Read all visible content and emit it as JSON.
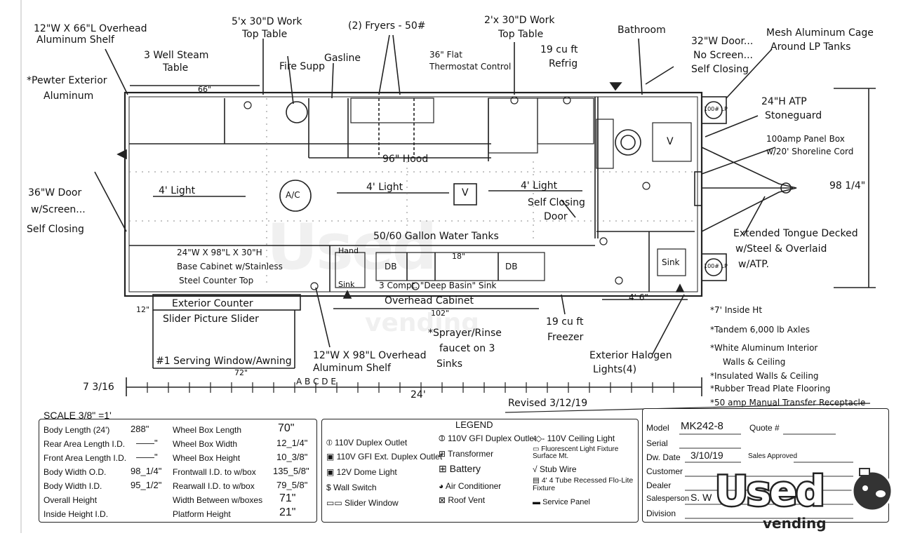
{
  "labels": {
    "overhead_shelf_top": "12\"W X 66\"L Overhead",
    "overhead_shelf_top2": "Aluminum Shelf",
    "work_table_1": "5'x 30\"D Work",
    "work_table_1b": "Top Table",
    "fryers": "(2) Fryers - 50#",
    "work_table_2": "2'x 30\"D Work",
    "work_table_2b": "Top Table",
    "bathroom": "Bathroom",
    "mesh_cage": "Mesh Aluminum Cage",
    "mesh_cage2": "Around LP Tanks",
    "steam_table": "3 Well Steam",
    "steam_table2": "Table",
    "fire_supp": "Fire Supp",
    "gasline": "Gasline",
    "flat_thermostat": "36\" Flat",
    "flat_thermostat2": "Thermostat Control",
    "refrig": "19 cu ft",
    "refrig2": "Refrig",
    "door_32": "32\"W Door...",
    "door_32b": "No Screen...",
    "door_32c": "Self Closing",
    "pewter": "*Pewter Exterior",
    "pewter2": "Aluminum",
    "dim_66": "66\"",
    "atp_stoneguard": "24\"H ATP",
    "atp_stoneguard2": "Stoneguard",
    "panel_box": "100amp Panel Box",
    "panel_box2": "w/20' Shoreline Cord",
    "hood": "96\" Hood",
    "light1": "4' Light",
    "light2": "4' Light",
    "light3": "4' Light",
    "ac": "A/C",
    "vent": "V",
    "vent2": "V",
    "self_closing_door": "Self Closing",
    "self_closing_door2": "Door",
    "door_36": "36\"W Door",
    "door_36b": "w/Screen...",
    "door_36c": "Self Closing",
    "dim_98": "98 1/4\"",
    "water_tanks": "50/60 Gallon Water Tanks",
    "base_cabinet": "24\"W X 98\"L X 30\"H",
    "base_cabinet2": "Base Cabinet w/Stainless",
    "base_cabinet3": "Steel Counter Top",
    "hand_sink": "Hand",
    "hand_sink2": "Sink",
    "db1": "DB",
    "db2": "DB",
    "dim_18": "18\"",
    "three_comp": "3 Compt. \"Deep Basin\" Sink",
    "tongue": "Extended Tongue Decked",
    "tongue2": "w/Steel & Overlaid",
    "tongue3": "w/ATP.",
    "sink": "Sink",
    "lp1": "100# LP",
    "lp2": "100# LP",
    "dim_12": "12\"",
    "ext_counter": "Exterior Counter",
    "slider_picture": "Slider  Picture  Slider",
    "overhead_cabinet": "Overhead Cabinet",
    "dim_102": "102\"",
    "freezer": "19 cu ft",
    "freezer2": "Freezer",
    "dim_4_6": "4' 6\"",
    "sprayer": "*Sprayer/Rinse",
    "sprayer2": "faucet on 3",
    "sprayer3": "Sinks",
    "serving_window": "#1 Serving Window/Awning",
    "dim_72": "72\"",
    "overhead_shelf_bot": "12\"W X 98\"L Overhead",
    "overhead_shelf_bot2": "Aluminum Shelf",
    "ext_halogen": "Exterior Halogen",
    "ext_halogen2": "Lights(4)",
    "dim_7_3_16": "7 3/16",
    "dim_24": "24'",
    "letters": "A  B C  D E",
    "revised": "Revised 3/12/19",
    "note1": "*7' Inside Ht",
    "note2": "*Tandem 6,000 lb Axles",
    "note3": "*White Aluminum Interior",
    "note3b": "Walls & Ceiling",
    "note4": "*Insulated Walls & Ceiling",
    "note5": "*Rubber Tread Plate Flooring",
    "note6": "*50 amp Manual Transfer Receptacle"
  },
  "specs": {
    "scale": "SCALE  3/8\"  =1'",
    "rows": [
      {
        "label": "Body Length (24')",
        "value": "288\""
      },
      {
        "label": "Rear Area Length I.D.",
        "value": "——\""
      },
      {
        "label": "Front Area Length I.D.",
        "value": "——\""
      },
      {
        "label": "Body Width O.D.",
        "value": "98_1/4\""
      },
      {
        "label": "Body Width I.D.",
        "value": "95_1/2\""
      },
      {
        "label": "Overall Height",
        "value": ""
      },
      {
        "label": "Inside Height I.D.",
        "value": ""
      }
    ],
    "rows2": [
      {
        "label": "Wheel Box Length",
        "value": "70\""
      },
      {
        "label": "Wheel Box Width",
        "value": "12_1/4\""
      },
      {
        "label": "Wheel Box Height",
        "value": "10_3/8\""
      },
      {
        "label": "Frontwall I.D. to w/box",
        "value": "135_5/8\""
      },
      {
        "label": "Rearwall I.D. to w/box",
        "value": "79_5/8\""
      },
      {
        "label": "Width Between w/boxes",
        "value": "71\""
      },
      {
        "label": "Platform Height",
        "value": "21\""
      }
    ]
  },
  "legend": {
    "title": "LEGEND",
    "items": [
      "110V Duplex Outlet",
      "110V GFI Ext. Duplex Outlet",
      "12V Dome Light",
      "$ Wall Switch",
      "Slider Window",
      "110V GFI Duplex Outlet",
      "Transformer",
      "Battery",
      "Air Conditioner",
      "Roof Vent",
      "110V Ceiling Light",
      "Fluorescent Light Fixture Surface Mt.",
      "Stub Wire",
      "4' 4 Tube Recessed Flo-Lite Fixture",
      "Service Panel"
    ]
  },
  "titleblock": {
    "model_label": "Model",
    "model_value": "MK242-8",
    "quote_label": "Quote #",
    "serial_label": "Serial",
    "dwdate_label": "Dw. Date",
    "dwdate_value": "3/10/19",
    "sales_label": "Sales Approved",
    "customer_label": "Customer",
    "dealer_label": "Dealer",
    "salesperson_label": "Salesperson",
    "salesperson_value": "S. W",
    "division_label": "Division"
  },
  "watermark": {
    "main": "Used",
    "sub": "vending"
  }
}
